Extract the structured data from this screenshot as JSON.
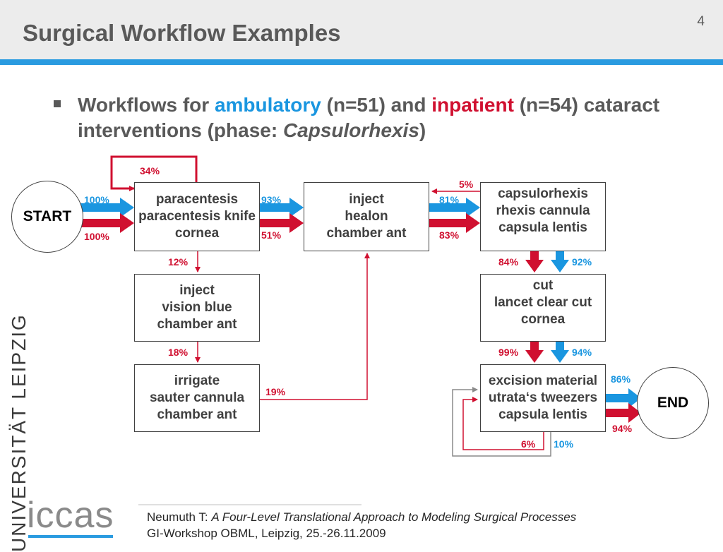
{
  "header": {
    "title": "Surgical Workflow Examples",
    "page_number": "4"
  },
  "bullet": {
    "prefix": "Workflows for ",
    "ambulatory": "ambulatory",
    "ambulatory_n": " (n=51) and ",
    "inpatient": "inpatient",
    "inpatient_n": " (n=54) cataract interventions (phase: ",
    "phase": "Capsulorhexis",
    "suffix": ")"
  },
  "colors": {
    "ambulatory": "#1a96e0",
    "inpatient": "#d01030",
    "accent": "#2a9be0"
  },
  "nodes": {
    "start": "START",
    "end": "END",
    "paracentesis": [
      "paracentesis",
      "paracentesis knife",
      "cornea"
    ],
    "inject_healon": [
      "inject",
      "healon",
      "chamber ant"
    ],
    "capsulorhexis": [
      "capsulorhexis",
      "rhexis cannula",
      "capsula lentis"
    ],
    "inject_vision_blue": [
      "inject",
      "vision blue",
      "chamber ant"
    ],
    "cut": [
      "cut",
      "lancet clear cut",
      "cornea"
    ],
    "irrigate": [
      "irrigate",
      "sauter cannula",
      "chamber ant"
    ],
    "excision": [
      "excision material",
      "utrata‘s tweezers",
      "capsula lentis"
    ]
  },
  "transitions": {
    "start_paracentesis_amb": "100%",
    "start_paracentesis_inp": "100%",
    "paracentesis_self_loop_inp": "34%",
    "paracentesis_healon_amb": "93%",
    "paracentesis_healon_inp": "51%",
    "paracentesis_visionblue_inp": "12%",
    "visionblue_irrigate_inp": "18%",
    "irrigate_healon_inp": "19%",
    "healon_capsulorhexis_amb": "81%",
    "healon_capsulorhexis_inp": "83%",
    "capsulorhexis_paracentesis_inp": "5%",
    "capsulorhexis_cut_inp": "84%",
    "capsulorhexis_cut_amb": "92%",
    "cut_excision_inp": "99%",
    "cut_excision_amb": "94%",
    "excision_end_amb": "86%",
    "excision_end_inp": "94%",
    "excision_self_loop_inp": "6%",
    "excision_self_loop_amb": "10%"
  },
  "side_banner": "UNIVERSITÄT LEIPZIG",
  "logo": "iccas",
  "footer": {
    "author": "Neumuth T: ",
    "paper_title": "A Four-Level Translational Approach to Modeling Surgical Processes",
    "venue": "GI-Workshop OBML, Leipzig, 25.-26.11.2009"
  }
}
